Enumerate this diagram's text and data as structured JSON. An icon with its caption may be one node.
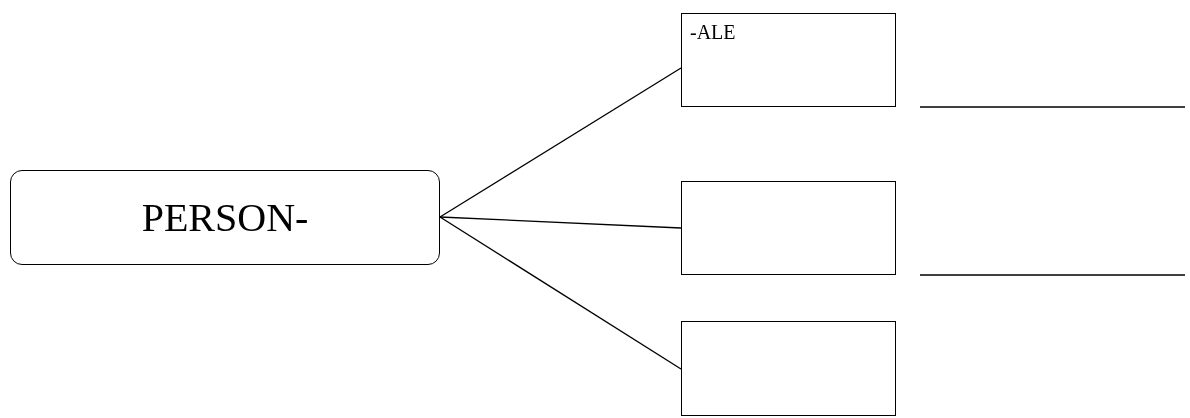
{
  "diagram": {
    "nodes": [
      {
        "text": [
          "PERSON-"
        ]
      },
      {
        "text": [
          "-ALE"
        ]
      },
      {
        "text": [],
        "shape": "box"
      },
      {
        "text": [],
        "shape": "box"
      }
    ],
    "edges": [
      {
        "from": 0,
        "to": 1,
        "arrow": "none"
      },
      {
        "from": 0,
        "to": 2,
        "arrow": "none"
      },
      {
        "from": 0,
        "to": 3,
        "arrow": "none"
      }
    ]
  }
}
